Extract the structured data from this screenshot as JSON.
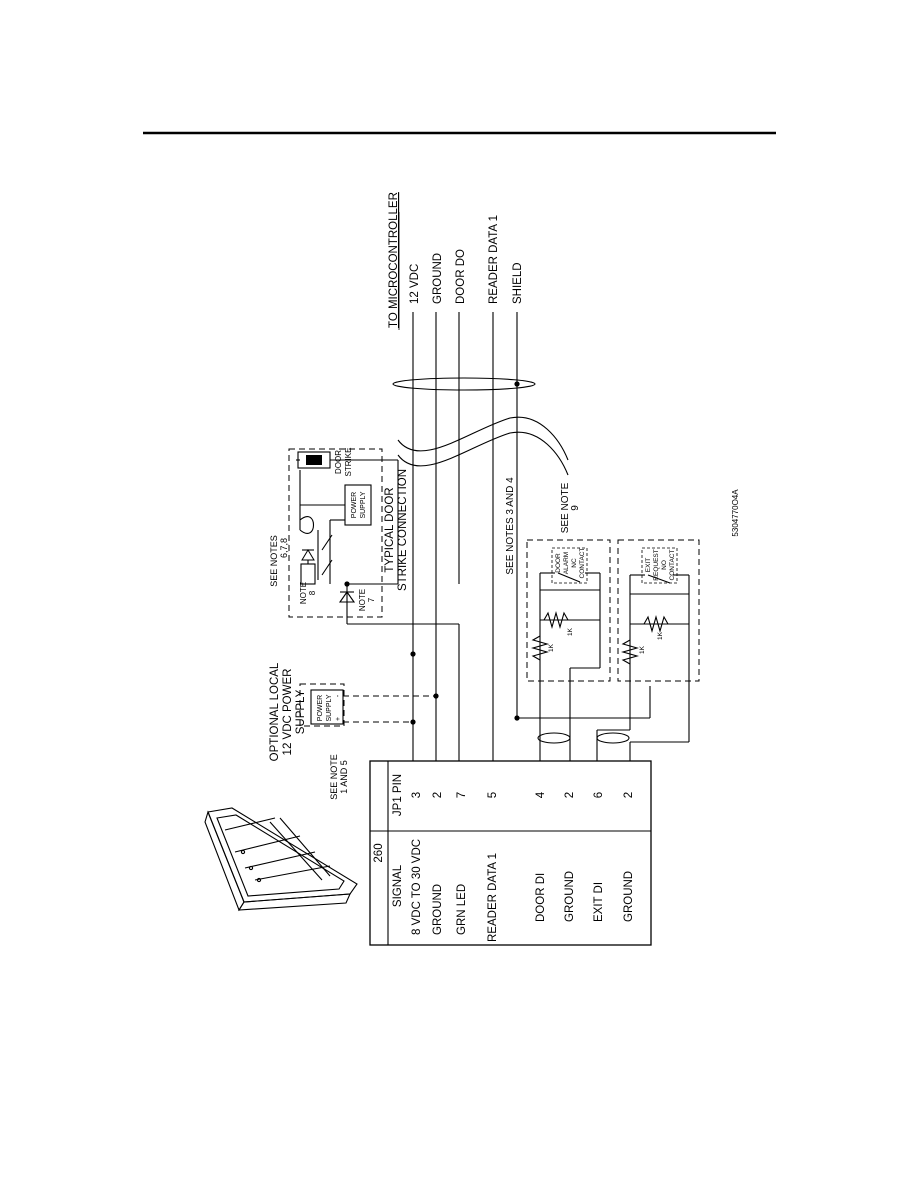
{
  "header_rule": true,
  "table": {
    "title": "260",
    "col_signal": "SIGNAL",
    "col_pin": "JP1  PIN",
    "rows": [
      {
        "signal": "8  VDC  TO  30  VDC",
        "pin": "3"
      },
      {
        "signal": "GROUND",
        "pin": "2"
      },
      {
        "signal": "GRN  LED",
        "pin": "7"
      },
      {
        "signal": "READER  DATA  1",
        "pin": "5"
      },
      {
        "signal": "DOOR  DI",
        "pin": "4"
      },
      {
        "signal": "GROUND",
        "pin": "2"
      },
      {
        "signal": "EXIT  DI",
        "pin": "6"
      },
      {
        "signal": "GROUND",
        "pin": "2"
      }
    ]
  },
  "microcontroller": {
    "title": "TO  MICROCONTROLLER",
    "signals": [
      "12  VDC",
      "GROUND",
      "DOOR  DO",
      "READER  DATA  1",
      "SHIELD"
    ]
  },
  "optional_supply": {
    "label_1": "OPTIONAL  LOCAL",
    "label_2": "12  VDC  POWER",
    "label_3": "SUPPLY",
    "box_1": "POWER",
    "box_2": "SUPPLY",
    "plus": "+",
    "minus": "-",
    "note_1": "SEE  NOTE",
    "note_2": "1  AND  5"
  },
  "door_strike": {
    "see_notes_1": "SEE  NOTES",
    "see_notes_2": "6,7,8",
    "caption_1": "TYPICAL  DOOR",
    "caption_2": "STRIKE  CONNECTION",
    "ps_1": "POWER",
    "ps_2": "SUPPLY",
    "strike_1": "DOOR",
    "strike_2": "STRIKE",
    "note8_1": "NOTE",
    "note8_2": "8",
    "note7_1": "NOTE",
    "note7_2": "7"
  },
  "notes_3_4": "SEE  NOTES  3  AND  4",
  "note_9": {
    "line_1": "SEE  NOTE",
    "line_2": "9"
  },
  "door_alarm": {
    "l1": "DOOR",
    "l2": "ALARM",
    "l3": "NC",
    "l4": "CONTACT",
    "r1": "1K",
    "r2": "1K"
  },
  "exit_request": {
    "l1": "EXIT",
    "l2": "REQUEST",
    "l3": "NO",
    "l4": "CONTACT",
    "r1": "1K",
    "r2": "1K"
  },
  "drawing_number": "5304770O4A"
}
